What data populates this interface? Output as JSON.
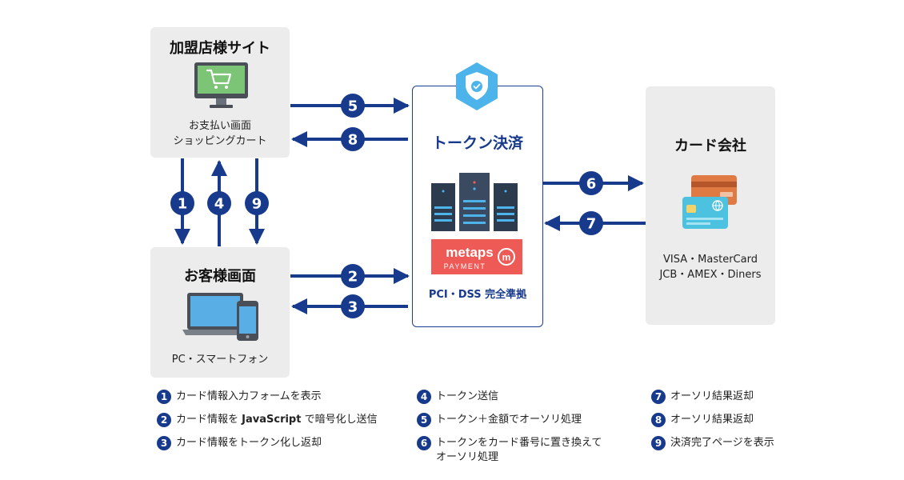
{
  "colors": {
    "navy": "#173a8c",
    "box_gray": "#ececec",
    "metaps_red": "#ee5a55",
    "shield_blue": "#4cb4ea"
  },
  "merchant": {
    "title": "加盟店様サイト",
    "caption_1": "お支払い画面",
    "caption_2": "ショッピングカート",
    "icon": "monitor-cart-icon"
  },
  "customer": {
    "title": "お客様画面",
    "caption": "PC・スマートフォン",
    "icon": "laptop-phone-icon"
  },
  "token": {
    "title": "トークン決済",
    "logo_top": "metaps",
    "logo_bottom": "PAYMENT",
    "logo_mark": "m",
    "compliance": "PCI・DSS 完全準拠",
    "icon": "shield-check-icon",
    "servers_icon": "server-rack-icon"
  },
  "card_company": {
    "title": "カード会社",
    "brands_1": "VISA・MasterCard",
    "brands_2": "JCB・AMEX・Diners",
    "icon": "credit-card-icon"
  },
  "steps": [
    "1",
    "2",
    "3",
    "4",
    "5",
    "6",
    "7",
    "8",
    "9"
  ],
  "legend": {
    "item1": "カード情報入力フォームを表示",
    "item2_pre": "カード情報を ",
    "item2_bold": "JavaScript",
    "item2_post": " で暗号化し送信",
    "item3": "カード情報をトークン化し返却",
    "item4": "トークン送信",
    "item5": "トークン＋金額でオーソリ処理",
    "item6_line1": "トークンをカード番号に置き換えて",
    "item6_line2": "オーソリ処理",
    "item7": "オーソリ結果返却",
    "item8": "オーソリ結果返却",
    "item9": "決済完了ページを表示"
  }
}
